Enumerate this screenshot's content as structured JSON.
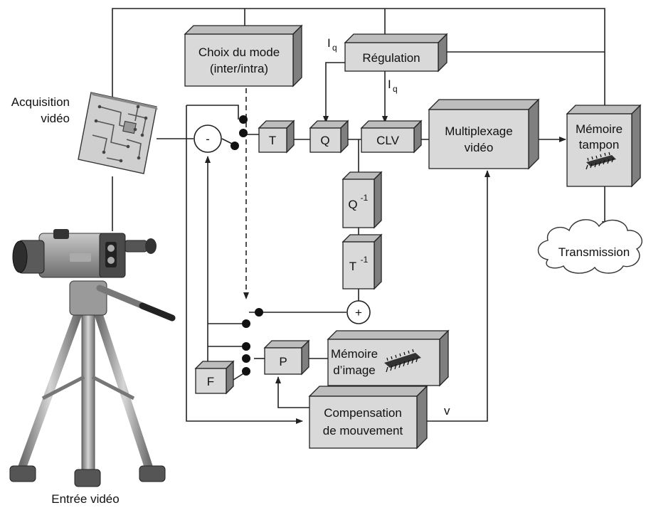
{
  "blocks": {
    "mode": [
      "Choix du mode",
      "(inter/intra)"
    ],
    "regulation": "Régulation",
    "T": "T",
    "Q": "Q",
    "CLV": "CLV",
    "mux": [
      "Multiplexage",
      "vidéo"
    ],
    "buffer": [
      "Mémoire",
      "tampon"
    ],
    "qinv": "Q",
    "qinv_exp": "-1",
    "tinv": "T",
    "tinv_exp": "-1",
    "P": "P",
    "F": "F",
    "framemem": [
      "Mémoire",
      "d’image"
    ],
    "mc": [
      "Compensation",
      "de mouvement"
    ]
  },
  "labels": {
    "acquisition": [
      "Acquisition",
      "vidéo"
    ],
    "input": "Entrée vidéo",
    "transmission": "Transmission",
    "iq_base": "I",
    "iq_sub": "q",
    "v": "v",
    "minus": "-",
    "plus": "+"
  }
}
